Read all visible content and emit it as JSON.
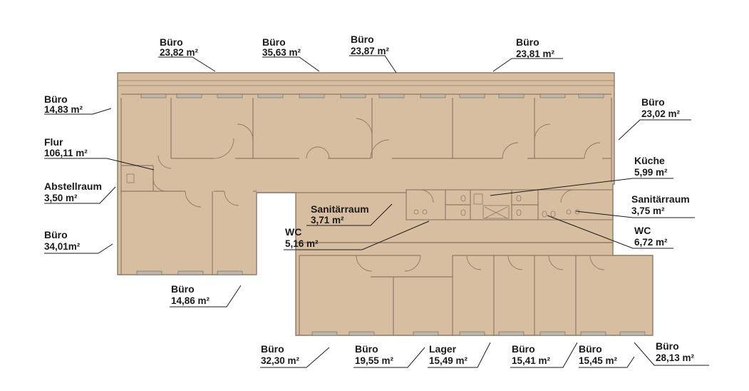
{
  "labels": [
    {
      "id": "buero-1",
      "name": "Büro",
      "area": "23,82 m²"
    },
    {
      "id": "buero-2",
      "name": "Büro",
      "area": "35,63 m²"
    },
    {
      "id": "buero-3",
      "name": "Büro",
      "area": "23,87 m²"
    },
    {
      "id": "buero-4",
      "name": "Büro",
      "area": "23,81 m²"
    },
    {
      "id": "buero-5",
      "name": "Büro",
      "area": "14,83 m²"
    },
    {
      "id": "buero-6",
      "name": "Büro",
      "area": "23,02 m²"
    },
    {
      "id": "flur",
      "name": "Flur",
      "area": "106,11 m²"
    },
    {
      "id": "kueche",
      "name": "Küche",
      "area": "5,99 m²"
    },
    {
      "id": "abstellraum",
      "name": "Abstellraum",
      "area": "3,50 m²"
    },
    {
      "id": "sanitaer-1",
      "name": "Sanitärraum",
      "area": "3,71 m²"
    },
    {
      "id": "sanitaer-2",
      "name": "Sanitärraum",
      "area": "3,75 m²"
    },
    {
      "id": "wc-1",
      "name": "WC",
      "area": "5,16 m²"
    },
    {
      "id": "wc-2",
      "name": "WC",
      "area": "6,72 m²"
    },
    {
      "id": "buero-7",
      "name": "Büro",
      "area": "34,01m²"
    },
    {
      "id": "buero-8",
      "name": "Büro",
      "area": "14,86 m²"
    },
    {
      "id": "buero-9",
      "name": "Büro",
      "area": "32,30 m²"
    },
    {
      "id": "buero-10",
      "name": "Büro",
      "area": "19,55 m²"
    },
    {
      "id": "lager",
      "name": "Lager",
      "area": "15,49 m²"
    },
    {
      "id": "buero-11",
      "name": "Büro",
      "area": "15,41 m²"
    },
    {
      "id": "buero-12",
      "name": "Büro",
      "area": "15,45 m²"
    },
    {
      "id": "buero-13",
      "name": "Büro",
      "area": "28,13 m²"
    }
  ],
  "colors": {
    "floor": "#d8bea0",
    "wall": "#8c7a68",
    "leader": "#1a1a1a"
  }
}
